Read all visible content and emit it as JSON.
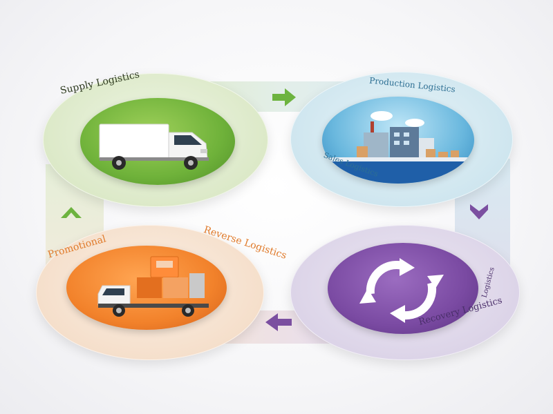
{
  "diagram": {
    "nodes": [
      {
        "id": "supply",
        "label": "Supply Logistics",
        "color": "#6fb23a"
      },
      {
        "id": "production",
        "label": "Production Logistics",
        "sub_label": "Sales Logistics",
        "color": "#4aa3d1"
      },
      {
        "id": "recovery",
        "label": "Recovery Logistics",
        "side_label": "Logistics",
        "color": "#7a4aa2"
      },
      {
        "id": "distribution",
        "label": "Promotional",
        "side_label": "Reverse Logistics",
        "color": "#f2822b"
      }
    ],
    "arrows": [
      {
        "from": "supply",
        "to": "production",
        "direction": "right",
        "color": "#6db33f"
      },
      {
        "from": "production",
        "to": "recovery",
        "direction": "down",
        "color": "#7b4fa0"
      },
      {
        "from": "recovery",
        "to": "distribution",
        "direction": "left",
        "color": "#7b4fa0"
      },
      {
        "from": "distribution",
        "to": "supply",
        "direction": "up",
        "color": "#6db33f"
      }
    ]
  }
}
